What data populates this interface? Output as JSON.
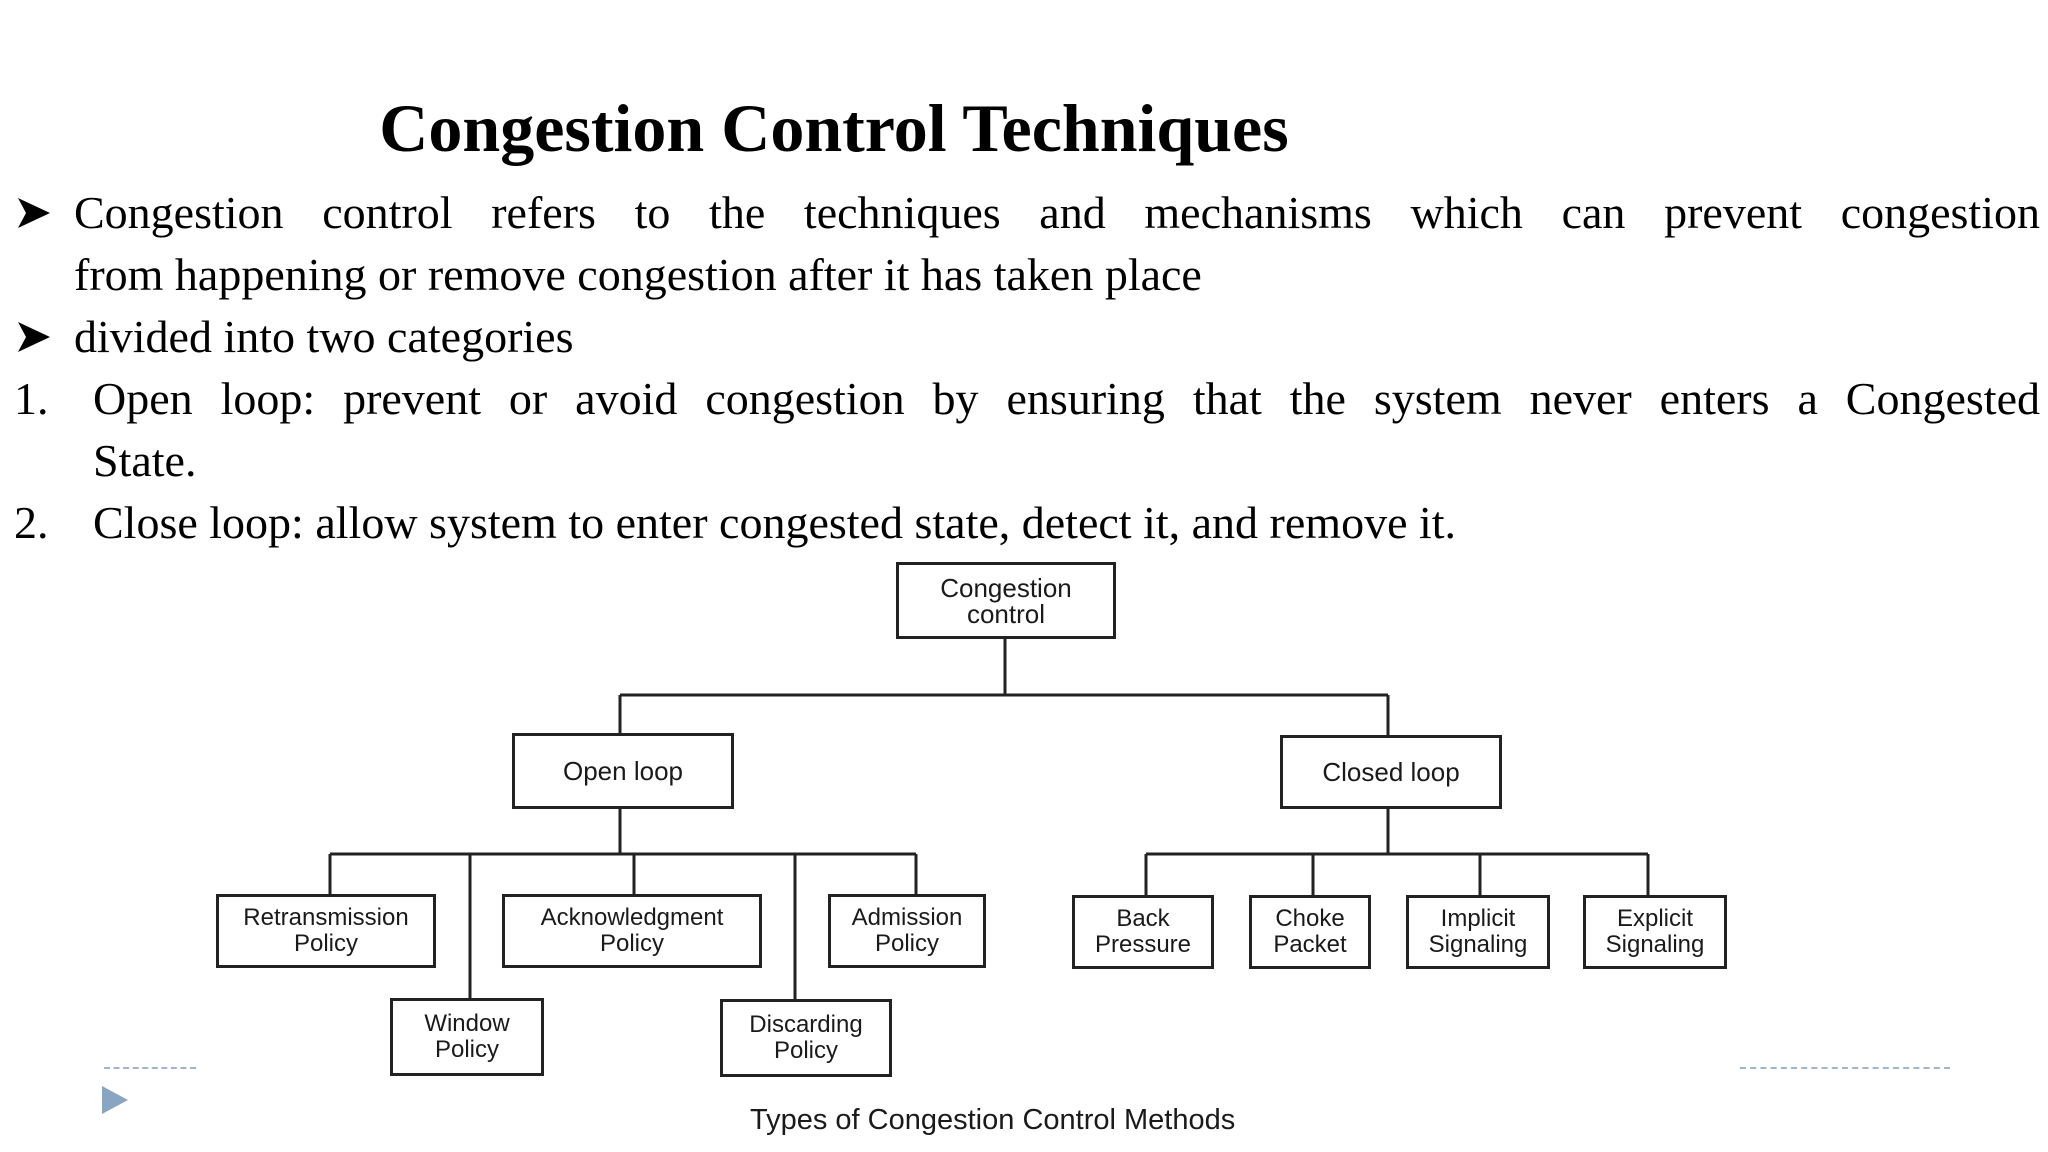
{
  "slide": {
    "title": "Congestion Control Techniques",
    "bullets": [
      {
        "marker": "➢",
        "lines": [
          "Congestion control refers to the techniques and mechanisms which can prevent congestion",
          "from happening or remove congestion after it has taken place"
        ]
      },
      {
        "marker": "➢",
        "lines": [
          "divided into two categories"
        ]
      }
    ],
    "numbered": [
      {
        "number": "1.",
        "lines": [
          "Open loop: prevent or avoid congestion by ensuring that the system  never enters a Congested",
          "State."
        ]
      },
      {
        "number": "2.",
        "lines": [
          "Close loop: allow system to enter congested state, detect it, and remove it."
        ]
      }
    ]
  },
  "diagram": {
    "root": "Congestion control",
    "open_loop": {
      "label": "Open loop",
      "children": [
        "Retransmission Policy",
        "Window Policy",
        "Acknowledgment Policy",
        "Discarding Policy",
        "Admission Policy"
      ]
    },
    "closed_loop": {
      "label": "Closed loop",
      "children": [
        "Back Pressure",
        "Choke Packet",
        "Implicit Signaling",
        "Explicit Signaling"
      ]
    },
    "caption": "Types of Congestion Control Methods"
  },
  "colors": {
    "text": "#000000",
    "box_border": "#222222",
    "footer_dash": "#9fb6cf",
    "nav_arrow": "#8aa4c4"
  },
  "icons": {
    "bullet": "arrowhead-bullet-icon",
    "nav": "play-triangle-icon"
  }
}
